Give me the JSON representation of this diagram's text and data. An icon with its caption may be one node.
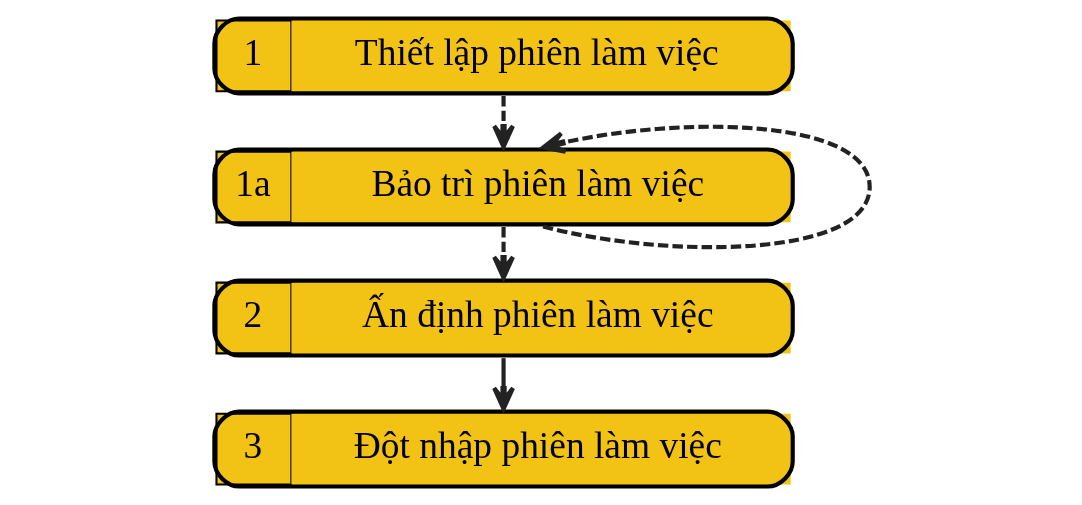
{
  "diagram": {
    "nodes": [
      {
        "text": [
          "1",
          "Thiết lập phiên làm việc"
        ]
      },
      {
        "text": [
          "1a",
          "Bảo trì phiên làm việc"
        ]
      },
      {
        "text": [
          "2",
          "Ấn định phiên làm việc"
        ]
      },
      {
        "text": [
          "3",
          "Đột nhập phiên làm việc"
        ]
      }
    ],
    "edges": [
      {
        "from": 0,
        "to": 1,
        "arrow": "to",
        "style": "dashed"
      },
      {
        "from": 1,
        "to": 1,
        "arrow": "to",
        "style": "dashed"
      },
      {
        "from": 1,
        "to": 2,
        "arrow": "to",
        "style": "dashed"
      },
      {
        "from": 2,
        "to": 3,
        "arrow": "to"
      }
    ]
  }
}
